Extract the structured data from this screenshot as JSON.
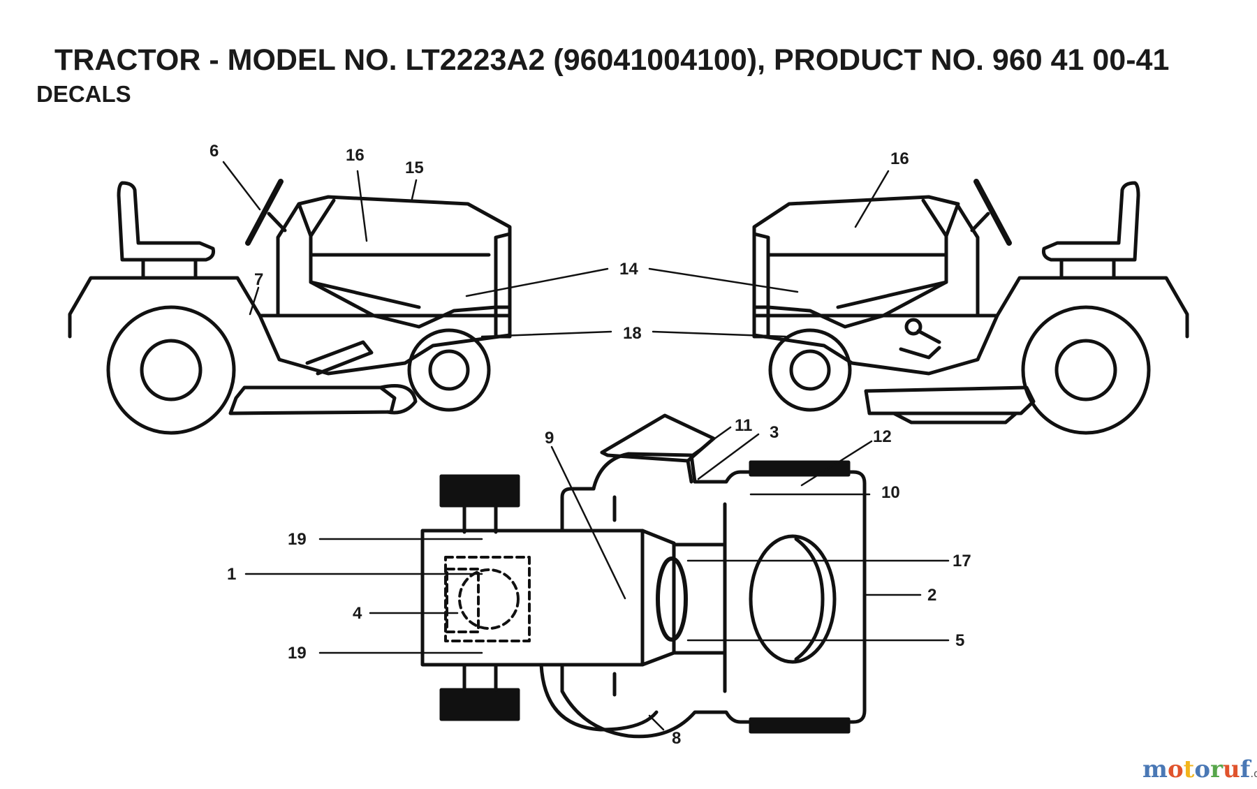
{
  "title": "TRACTOR - MODEL NO. LT2223A2 (96041004100), PRODUCT NO. 960 41 00-41",
  "subtitle": "DECALS",
  "callouts": {
    "c1": "1",
    "c2": "2",
    "c3": "3",
    "c4": "4",
    "c5": "5",
    "c6": "6",
    "c7": "7",
    "c8": "8",
    "c9": "9",
    "c10": "10",
    "c11": "11",
    "c12": "12",
    "c14": "14",
    "c15": "15",
    "c16a": "16",
    "c16b": "16",
    "c17": "17",
    "c18": "18",
    "c19a": "19",
    "c19b": "19"
  },
  "watermark": {
    "letters": [
      "m",
      "o",
      "t",
      "o",
      "r",
      "u",
      "f"
    ],
    "suffix": ".de",
    "colors": [
      "#4a78b5",
      "#e0532c",
      "#f2b51d",
      "#4a78b5",
      "#57a64b",
      "#e0532c",
      "#4a78b5"
    ]
  }
}
